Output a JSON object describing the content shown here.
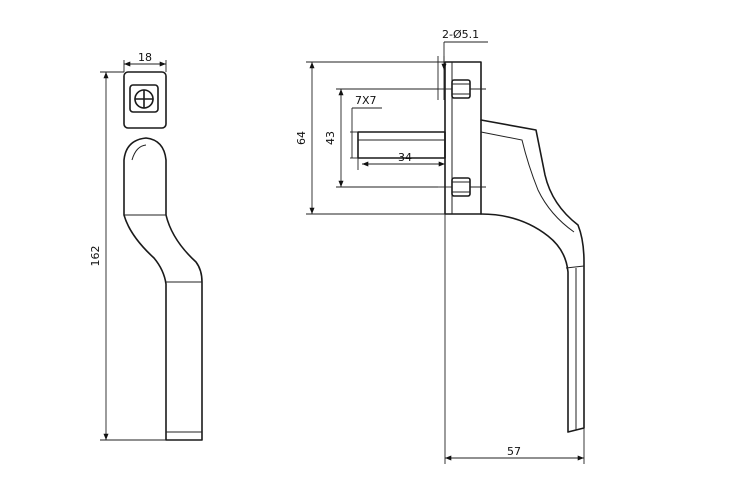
{
  "drawing": {
    "left_view": {
      "width_dim": "18",
      "height_dim": "162"
    },
    "right_view": {
      "hole_callout": "2-Ø5.1",
      "spindle_dim": "7X7",
      "spindle_length_dim": "34",
      "hole_spacing_dim": "43",
      "base_height_dim": "64",
      "projection_dim": "57"
    }
  }
}
